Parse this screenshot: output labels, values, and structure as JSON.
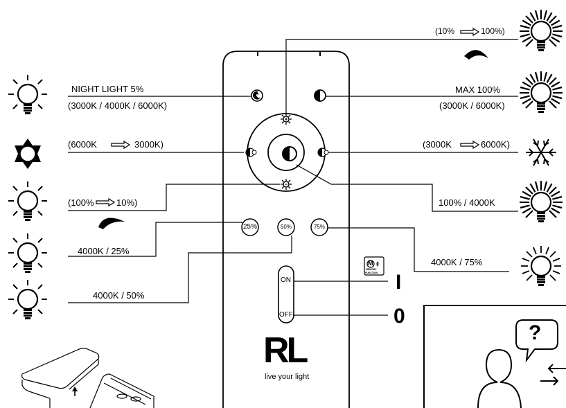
{
  "labels": {
    "night_light": "NIGHT LIGHT 5%",
    "night_light_cct": "(3000K / 4000K / 6000K)",
    "warm_shift": "(6000K",
    "warm_shift_to": "3000K)",
    "dim_down": "(100%",
    "dim_down_to": "10%)",
    "preset_25": "4000K / 25%",
    "preset_50": "4000K / 50%",
    "bright_up": "(10%",
    "bright_up_to": "100%)",
    "max": "MAX 100%",
    "max_cct": "(3000K / 6000K)",
    "cool_shift": "(3000K",
    "cool_shift_to": "6000K)",
    "center_default": "100% / 4000K",
    "preset_75": "4000K / 75%"
  },
  "remote": {
    "btn_25": "25%",
    "btn_50": "50%",
    "btn_75": "75%",
    "on": "ON",
    "off": "OFF",
    "memory_letter": "M",
    "memory_text1": "MEMORY",
    "memory_text2": "FUNCTION",
    "brand": "RL",
    "tagline": "live your light"
  },
  "power": {
    "on_symbol": "I",
    "off_symbol": "0"
  },
  "help": {
    "question": "?"
  }
}
